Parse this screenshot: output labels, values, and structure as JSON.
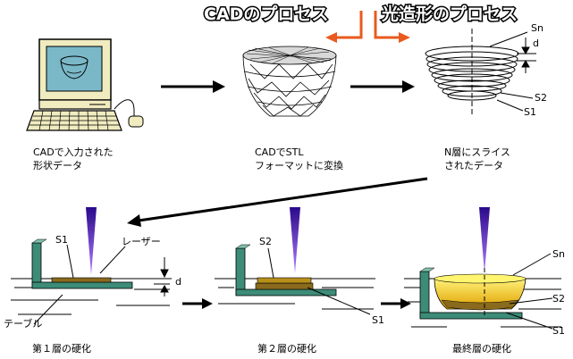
{
  "titles": {
    "cad_process": "CADのプロセス",
    "stereolithography_process": "光造形のプロセス"
  },
  "top_steps": {
    "cad_caption_line1": "CADで入力された",
    "cad_caption_line2": "形状データ",
    "stl_caption_line1": "CADでSTL",
    "stl_caption_line2": "フォーマットに変換",
    "slice_caption_line1": "N層にスライス",
    "slice_caption_line2": "されたデータ"
  },
  "slice_labels": {
    "sn": "Sn",
    "d": "d",
    "s2": "S2",
    "s1": "S1"
  },
  "bottom_steps": {
    "layer1_caption": "第１層の硬化",
    "layer2_caption": "第２層の硬化",
    "final_caption": "最終層の硬化",
    "s1": "S1",
    "laser": "レーザー",
    "d": "d",
    "table": "テーブル",
    "s2": "S2",
    "s1_b": "S1",
    "sn": "Sn",
    "s2_c": "S2",
    "s1_c": "S1"
  },
  "colors": {
    "title_arrow": "#e85a1e",
    "laser": "#6a2ccc",
    "table": "#3c8c78",
    "layer": "#8a6a1c",
    "resin_glow": "#f6c000",
    "monitor": "#7ab8c8",
    "computer_body": "#f0ecc0"
  }
}
